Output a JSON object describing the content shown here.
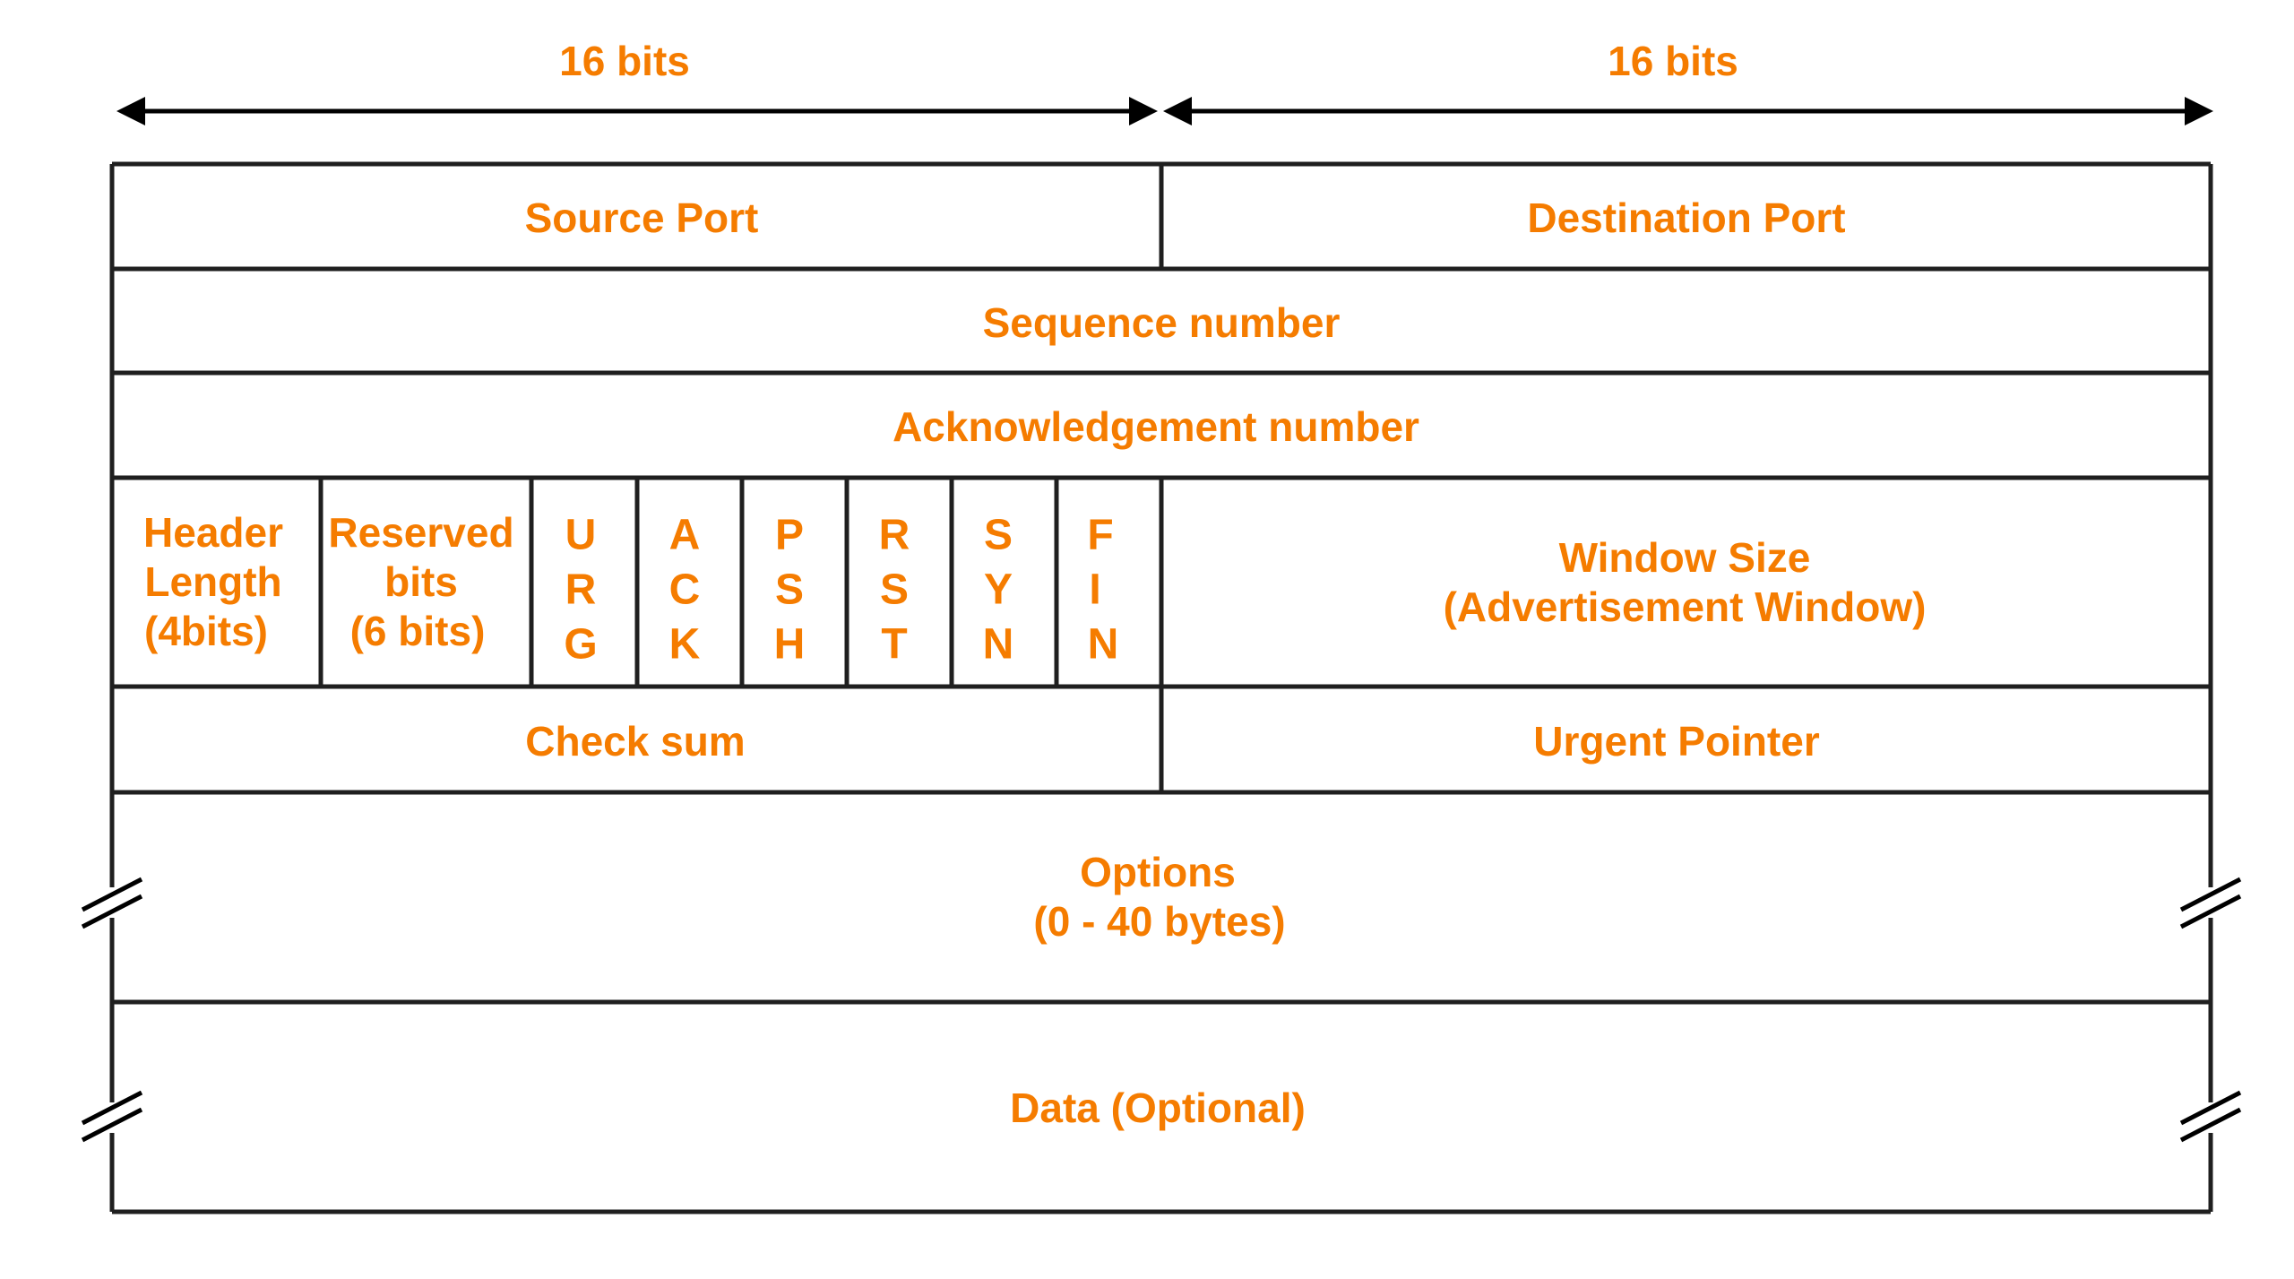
{
  "widths": {
    "left": "16 bits",
    "right": "16 bits"
  },
  "fields": {
    "source_port": "Source Port",
    "destination_port": "Destination Port",
    "sequence_number": "Sequence number",
    "acknowledgement_number": "Acknowledgement number",
    "header_length": [
      "Header",
      "Length",
      "(4bits)"
    ],
    "reserved_bits": [
      "Reserved",
      "bits",
      "(6 bits)"
    ],
    "flags": [
      {
        "name": "urg",
        "letters": [
          "U",
          "R",
          "G"
        ]
      },
      {
        "name": "ack",
        "letters": [
          "A",
          "C",
          "K"
        ]
      },
      {
        "name": "psh",
        "letters": [
          "P",
          "S",
          "H"
        ]
      },
      {
        "name": "rst",
        "letters": [
          "R",
          "S",
          "T"
        ]
      },
      {
        "name": "syn",
        "letters": [
          "S",
          "Y",
          "N"
        ]
      },
      {
        "name": "fin",
        "letters": [
          "F",
          "I",
          "N"
        ]
      }
    ],
    "window_size": [
      "Window Size",
      "(Advertisement Window)"
    ],
    "check_sum": "Check sum",
    "urgent_pointer": "Urgent Pointer",
    "options": [
      "Options",
      "(0 - 40 bytes)"
    ],
    "data": "Data (Optional)"
  },
  "colors": {
    "label": "#f57c00",
    "line": "#1f1f1f",
    "background": "#ffffff"
  }
}
